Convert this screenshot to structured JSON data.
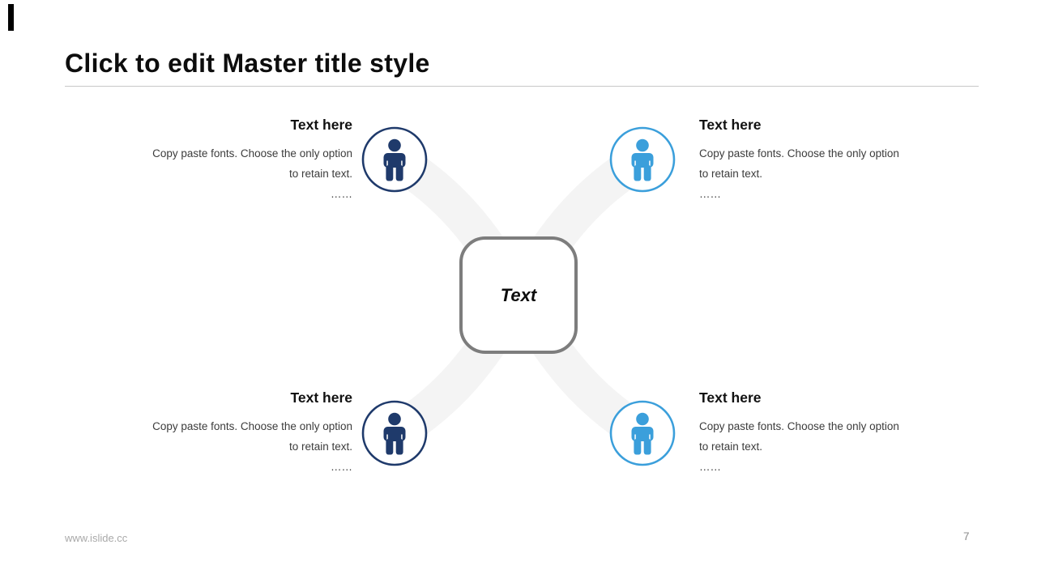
{
  "slide": {
    "title": "Click to edit Master title style",
    "footer_url": "www.islide.cc",
    "page_number": "7"
  },
  "center_shape": {
    "label": "Text"
  },
  "quadrants": [
    {
      "position": "top-left",
      "heading": "Text here",
      "line1": "Copy paste fonts. Choose the only option",
      "line2": "to retain text.",
      "ellipsis": "……",
      "icon": "person-icon",
      "icon_color_name": "navy"
    },
    {
      "position": "top-right",
      "heading": "Text here",
      "line1": "Copy paste fonts. Choose the only option",
      "line2": "to retain text.",
      "ellipsis": "……",
      "icon": "person-icon",
      "icon_color_name": "light_blue"
    },
    {
      "position": "bottom-left",
      "heading": "Text here",
      "line1": "Copy paste fonts. Choose the only option",
      "line2": "to retain text.",
      "ellipsis": "……",
      "icon": "person-icon",
      "icon_color_name": "navy"
    },
    {
      "position": "bottom-right",
      "heading": "Text here",
      "line1": "Copy paste fonts. Choose the only option",
      "line2": "to retain text.",
      "ellipsis": "……",
      "icon": "person-icon",
      "icon_color_name": "light_blue"
    }
  ],
  "colors": {
    "navy": "#1f3a6b",
    "light_blue": "#3b9fdb",
    "ribbon_gray": "#f4f4f4",
    "shape_border_gray": "#7d7d7d",
    "underline_gray": "#c8c8c8",
    "corner_bar_black": "#000000",
    "footer_gray": "#a9a9a9",
    "page_number_gray": "#8c8c8c"
  }
}
